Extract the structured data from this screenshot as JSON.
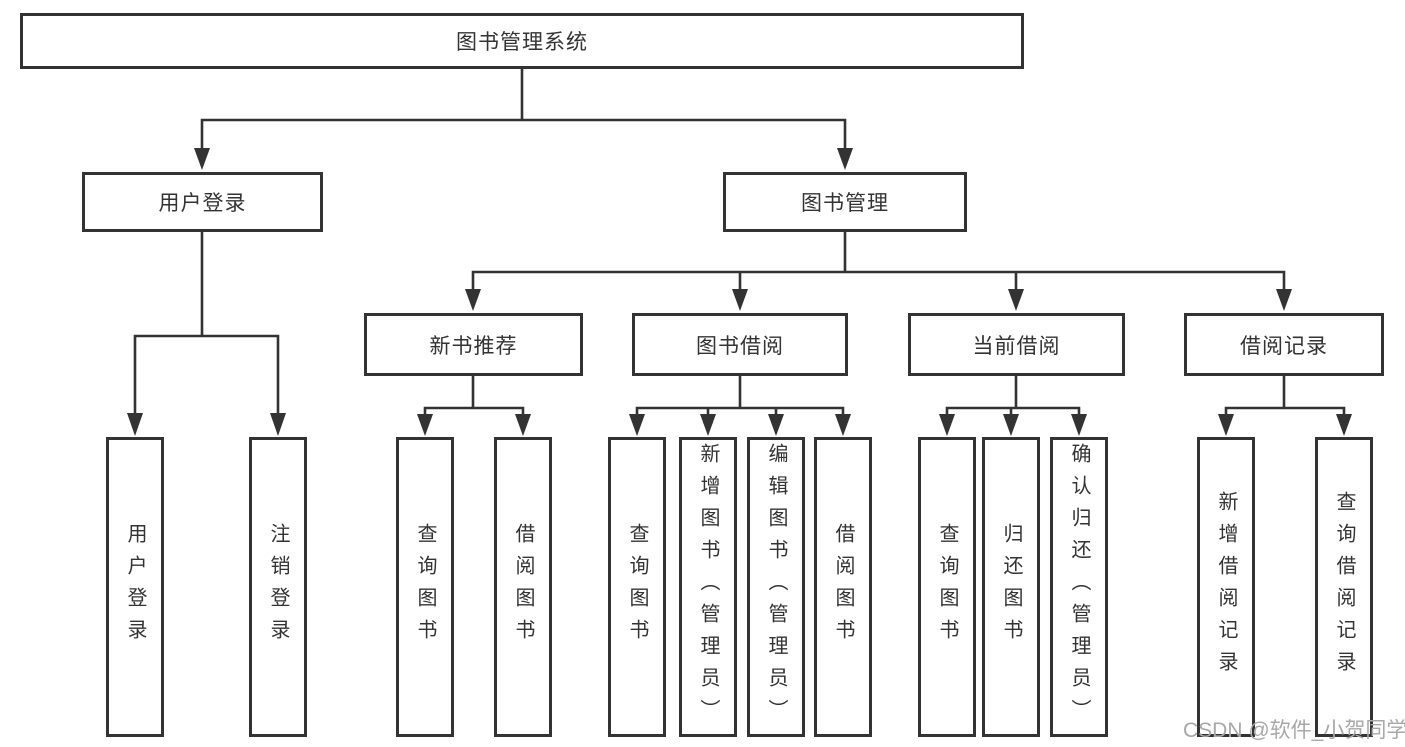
{
  "diagram": {
    "title": "图书管理系统",
    "tree": {
      "label": "图书管理系统",
      "children": [
        {
          "label": "用户登录",
          "children": [
            {
              "label": "用户登录"
            },
            {
              "label": "注销登录"
            }
          ]
        },
        {
          "label": "图书管理",
          "children": [
            {
              "label": "新书推荐",
              "children": [
                {
                  "label": "查询图书"
                },
                {
                  "label": "借阅图书"
                }
              ]
            },
            {
              "label": "图书借阅",
              "children": [
                {
                  "label": "查询图书"
                },
                {
                  "label": "新增图书（管理员）"
                },
                {
                  "label": "编辑图书（管理员）"
                },
                {
                  "label": "借阅图书"
                }
              ]
            },
            {
              "label": "当前借阅",
              "children": [
                {
                  "label": "查询图书"
                },
                {
                  "label": "归还图书"
                },
                {
                  "label": "确认归还（管理员）"
                }
              ]
            },
            {
              "label": "借阅记录",
              "children": [
                {
                  "label": "新增借阅记录"
                },
                {
                  "label": "查询借阅记录"
                }
              ]
            }
          ]
        }
      ]
    }
  },
  "watermark": "CSDN @软件_小贺同学",
  "colors": {
    "line": "#333333",
    "text": "#333333",
    "background": "#ffffff",
    "watermark": "#a8a8a8"
  }
}
